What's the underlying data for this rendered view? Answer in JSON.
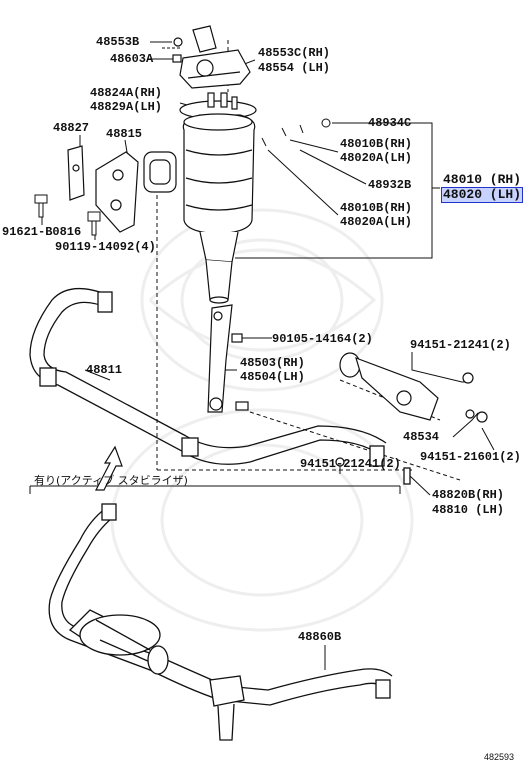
{
  "labels": {
    "l48553B": "48553B",
    "l48603A": "48603A",
    "l48553C": "48553C(RH)",
    "l48554": "48554 (LH)",
    "l48824A": "48824A(RH)",
    "l48829A": "48829A(LH)",
    "l48827": "48827",
    "l48815": "48815",
    "l91621": "91621-B0816",
    "l90119": "90119-14092(4)",
    "l48934C": "48934C",
    "l48010B_1": "48010B(RH)",
    "l48020A_1": "48020A(LH)",
    "l48932B": "48932B",
    "l48010": "48010 (RH)",
    "l48020": "48020 (LH)",
    "l48010B_2": "48010B(RH)",
    "l48020A_2": "48020A(LH)",
    "l90105": "90105-14164(2)",
    "l48503": "48503(RH)",
    "l48504": "48504(LH)",
    "l48811": "48811",
    "l94151a": "94151-21241(2)",
    "l48534": "48534",
    "l94151b": "94151-21601(2)",
    "l94151c": "94151-21241(2)",
    "l48820B": "48820B(RH)",
    "l48810": "48810 (LH)",
    "l48860B": "48860B"
  },
  "note": "有り(アクティブ スタビライザ)",
  "diagram_code": "482593",
  "colors": {
    "highlight_fill": "#c8d2ff",
    "highlight_border": "#2233cc",
    "line": "#111111"
  }
}
